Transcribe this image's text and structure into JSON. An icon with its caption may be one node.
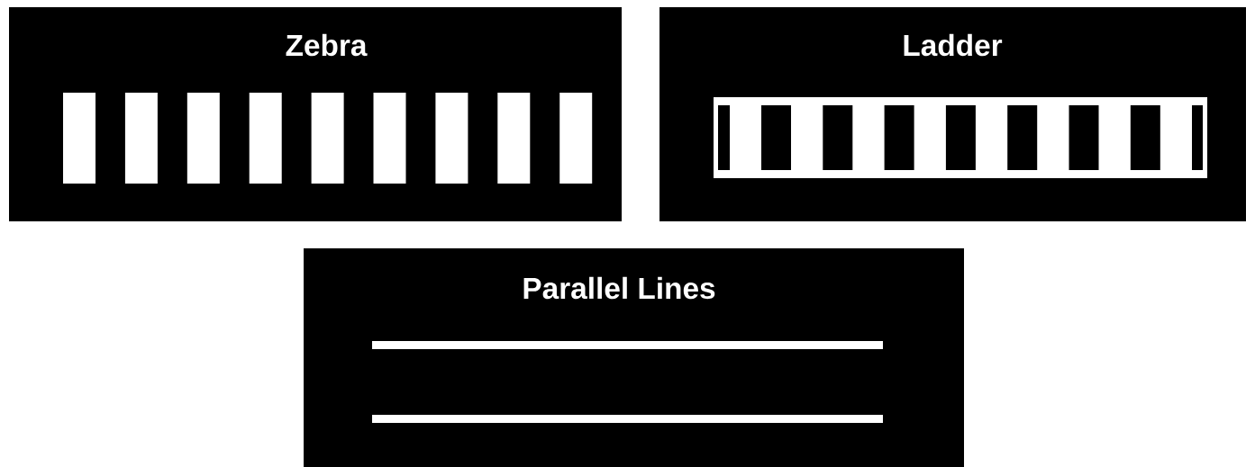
{
  "diagram": {
    "nodes": [
      {
        "text": [
          "Zebra"
        ]
      },
      {
        "text": [
          "Ladder"
        ]
      },
      {
        "text": [
          "Parallel Lines"
        ]
      }
    ]
  }
}
